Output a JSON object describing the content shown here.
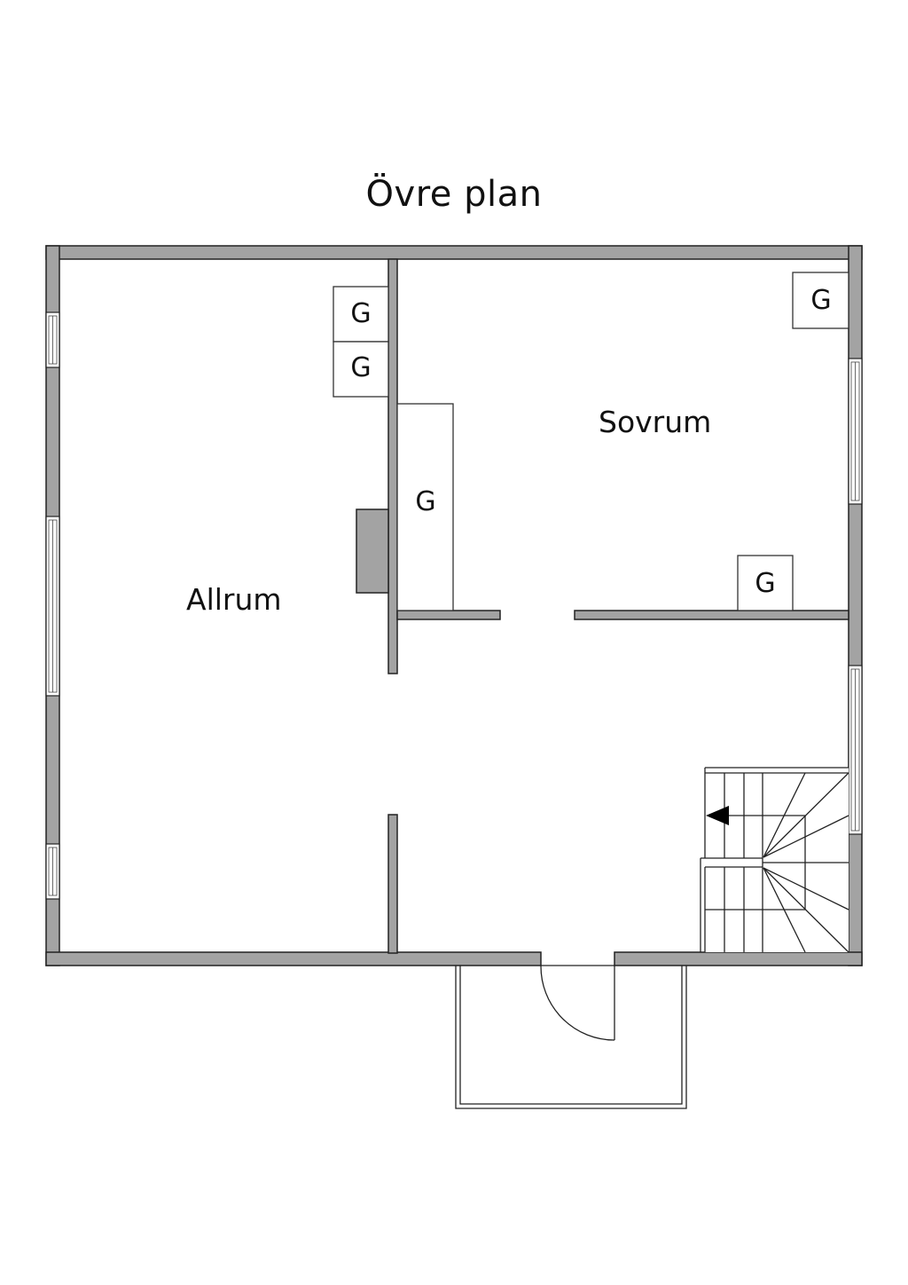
{
  "title": "Övre plan",
  "rooms": [
    {
      "name": "Allrum"
    },
    {
      "name": "Sovrum"
    }
  ],
  "wardrobes": [
    {
      "label": "G"
    },
    {
      "label": "G"
    },
    {
      "label": "G"
    },
    {
      "label": "G"
    },
    {
      "label": "G"
    }
  ],
  "colors": {
    "wall_fill": "#a3a3a3",
    "line": "#222222",
    "background": "#ffffff"
  },
  "features": {
    "stair_direction_icon": "arrow-left-icon",
    "entrance_door": "door-swing-arc",
    "balcony": "balcony"
  }
}
